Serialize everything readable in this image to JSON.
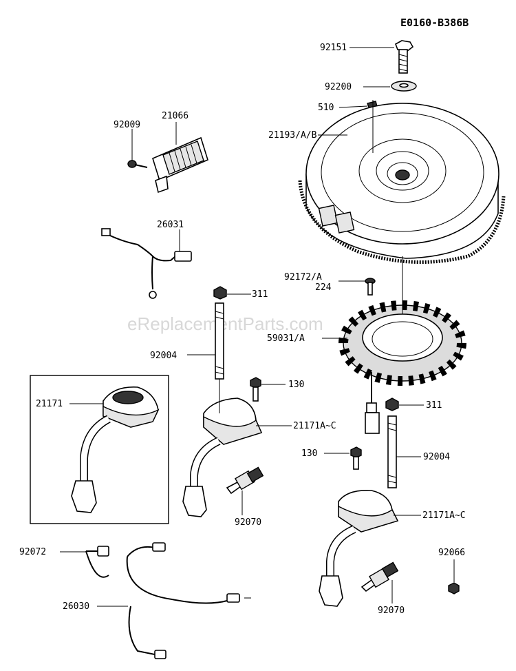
{
  "diagram_code": "E0160-B386B",
  "watermark": "eReplacementParts.com",
  "labels": {
    "p92151": "92151",
    "p92200": "92200",
    "p510": "510",
    "p21193": "21193/A/B",
    "p92009": "92009",
    "p21066": "21066",
    "p26031": "26031",
    "p92172": "92172/A",
    "p224": "224",
    "p311a": "311",
    "p59031": "59031/A",
    "p92004a": "92004",
    "p130a": "130",
    "p21171": "21171",
    "p21171a": "21171A~C",
    "p311b": "311",
    "p130b": "130",
    "p92004b": "92004",
    "p92070a": "92070",
    "p21171b": "21171A~C",
    "p92072": "92072",
    "p92066": "92066",
    "p26030": "26030",
    "p92070b": "92070"
  }
}
